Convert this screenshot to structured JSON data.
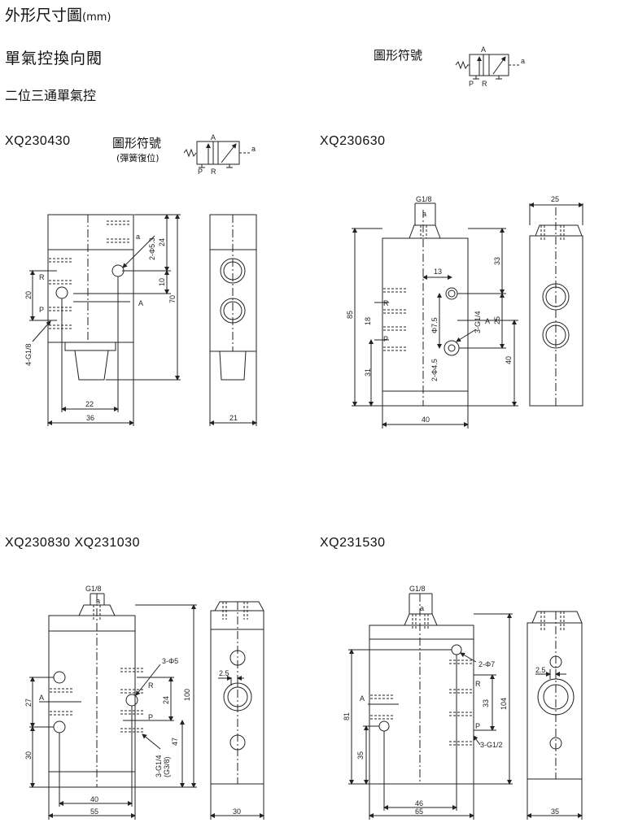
{
  "header": {
    "title": "外形尺寸圖",
    "title_unit": "(mm)",
    "subtitle": "單氣控換向閥",
    "type": "二位三通單氣控",
    "symbol_label": "圖形符號"
  },
  "models": {
    "m1": "XQ230430",
    "m2": "XQ230630",
    "m3": "XQ230830  XQ231030",
    "m4": "XQ231530"
  },
  "symbol": {
    "label": "圖形符號",
    "sublabel": "(彈簧復位)",
    "ports": {
      "a": "a",
      "A": "A",
      "P": "P",
      "R": "R"
    }
  },
  "drawing1": {
    "d_a": "a",
    "d_holes": "2-Φ5.3",
    "d_24": "24",
    "d_10": "10",
    "d_70": "70",
    "d_20": "20",
    "d_R": "R",
    "d_P": "P",
    "d_A": "A",
    "d_ports": "4-G1/8",
    "d_22": "22",
    "d_36": "36",
    "d_21": "21"
  },
  "drawing2": {
    "d_g": "G1/8",
    "d_a": "a",
    "d_25top": "25",
    "d_33": "33",
    "d_85": "85",
    "d_13": "13",
    "d_R": "R",
    "d_18": "18",
    "d_P": "P",
    "d_31": "31",
    "d_phi75": "Φ7.5",
    "d_ports": "3-G1/4",
    "d_A": "A",
    "d_25": "25",
    "d_40": "40",
    "d_holes": "2-Φ4.5",
    "d_40b": "40"
  },
  "drawing3": {
    "d_g": "G1/8",
    "d_a": "a",
    "d_holes": "3-Φ5",
    "d_A": "A",
    "d_27": "27",
    "d_R": "R",
    "d_24": "24",
    "d_100": "100",
    "d_P": "P",
    "d_47": "47",
    "d_30": "30",
    "d_ports": "3-G1/4",
    "d_ports2": "(G3/8)",
    "d_40": "40",
    "d_55": "55",
    "d_25": "2.5",
    "d_30b": "30"
  },
  "drawing4": {
    "d_g": "G1/8",
    "d_a": "a",
    "d_holes": "2-Φ7",
    "d_R": "R",
    "d_A": "A",
    "d_33": "33",
    "d_104": "104",
    "d_81": "81",
    "d_P": "P",
    "d_35": "35",
    "d_ports": "3-G1/2",
    "d_46": "46",
    "d_65": "65",
    "d_25": "2.5",
    "d_35b": "35"
  }
}
